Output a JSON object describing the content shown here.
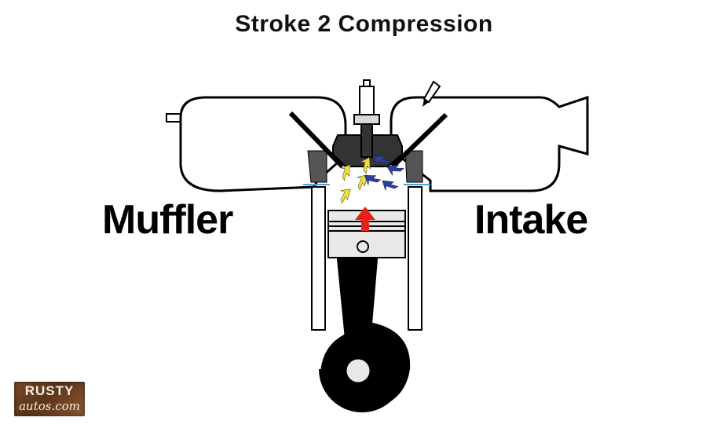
{
  "title": "Stroke 2 Compression",
  "labels": {
    "left": "Muffler",
    "right": "Intake"
  },
  "logo": {
    "line1": "RUSTY",
    "line2": "autos.com"
  },
  "colors": {
    "outline": "#000000",
    "head": "#333333",
    "piston": "#e8e8e8",
    "exhaust_gas": "#f2e130",
    "intake_charge": "#2e3f9e",
    "piston_arrow": "#e8201a",
    "gasket": "#4fa3d8"
  },
  "icons": [
    "spark-plug-icon",
    "fuel-injector-icon",
    "piston-up-arrow-icon"
  ]
}
